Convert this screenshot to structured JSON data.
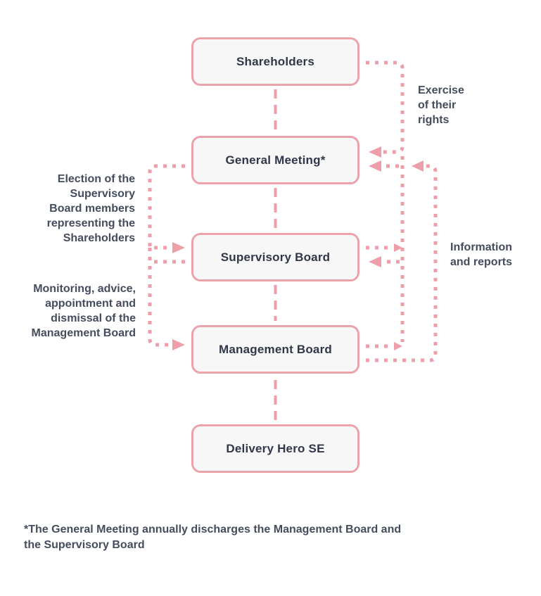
{
  "colors": {
    "pink": "#ed9ea8",
    "box_border": "#eda2ab",
    "box_fill": "#f8f7f7",
    "node_text": "#30374a",
    "label_text": "#454c5e",
    "background": "#ffffff"
  },
  "nodes": [
    {
      "id": "shareholders",
      "label": "Shareholders"
    },
    {
      "id": "general-meeting",
      "label": "General Meeting*"
    },
    {
      "id": "supervisory-board",
      "label": "Supervisory Board"
    },
    {
      "id": "management-board",
      "label": "Management Board"
    },
    {
      "id": "delivery-hero-se",
      "label": "Delivery Hero SE"
    }
  ],
  "labels": {
    "exercise": "Exercise\nof their\nrights",
    "election": "Election of the\nSupervisory\nBoard members\nrepresenting the\nShareholders",
    "monitoring": "Monitoring, advice,\nappointment and\ndismissal of the\nManagement Board",
    "information": "Information\nand reports",
    "footnote": "*The General Meeting annually discharges the Management Board and\nthe Supervisory Board"
  },
  "edges": [
    {
      "from": "shareholders",
      "to": "general-meeting",
      "style": "dashed-link",
      "label": ""
    },
    {
      "from": "general-meeting",
      "to": "supervisory-board",
      "style": "dashed-link",
      "label": ""
    },
    {
      "from": "supervisory-board",
      "to": "management-board",
      "style": "dashed-link",
      "label": ""
    },
    {
      "from": "management-board",
      "to": "delivery-hero-se",
      "style": "dashed-link",
      "label": ""
    },
    {
      "from": "shareholders",
      "to": "general-meeting",
      "style": "dotted-arrow",
      "side": "right",
      "label": "Exercise of their rights"
    },
    {
      "from": "general-meeting",
      "to": "supervisory-board",
      "style": "dotted-arrow",
      "side": "left",
      "label": "Election of the Supervisory Board members representing the Shareholders"
    },
    {
      "from": "supervisory-board",
      "to": "management-board",
      "style": "dotted-arrow",
      "side": "left",
      "label": "Monitoring, advice, appointment and dismissal of the Management Board"
    },
    {
      "from": "supervisory-board",
      "to": "general-meeting",
      "style": "dotted-arrow",
      "side": "right",
      "label": "Information and reports"
    },
    {
      "from": "management-board",
      "to": "supervisory-board",
      "style": "dotted-arrow",
      "side": "right",
      "label": "Information and reports"
    },
    {
      "from": "management-board",
      "to": "general-meeting",
      "style": "dotted-arrow",
      "side": "right",
      "label": "Information and reports"
    }
  ]
}
